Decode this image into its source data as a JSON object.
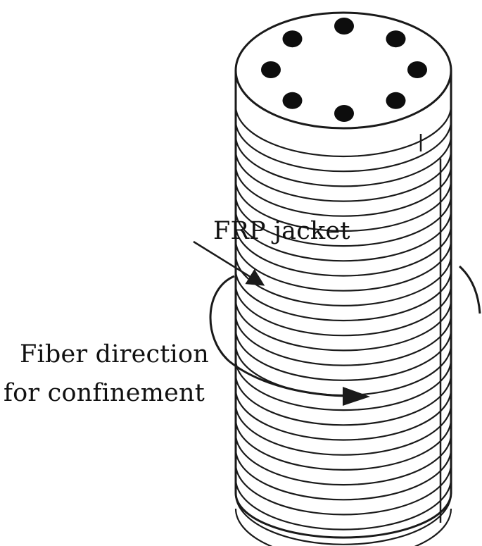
{
  "labels": {
    "frp_jacket": "FRP jacket",
    "fiber_direction_line1": "Fiber direction",
    "fiber_direction_line2": "for confinement"
  },
  "diagram": {
    "rebar_count": 8,
    "wrap_band_count": 28,
    "colors": {
      "stroke": "#1a1a1a",
      "fill": "#ffffff",
      "rebar": "#0d0d0d"
    }
  }
}
